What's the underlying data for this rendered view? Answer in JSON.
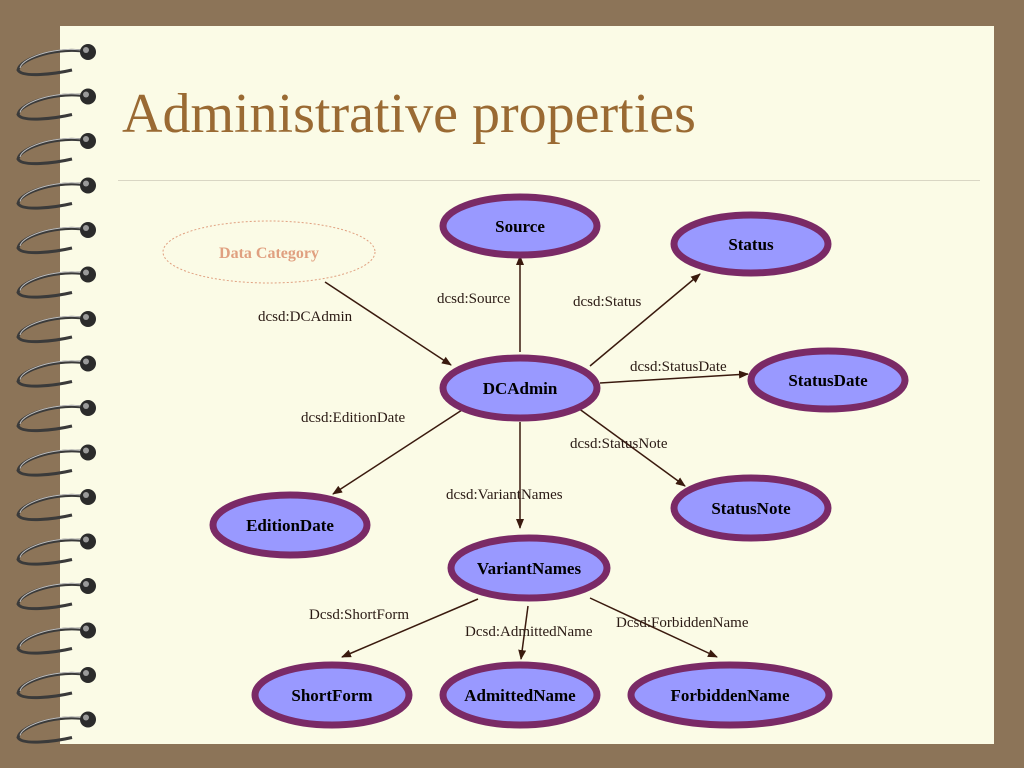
{
  "title": "Administrative properties",
  "category": {
    "label": "Data Category"
  },
  "nodes": {
    "source": "Source",
    "status": "Status",
    "dcadmin": "DCAdmin",
    "statusdate": "StatusDate",
    "statusnote": "StatusNote",
    "editiondate": "EditionDate",
    "variantnames": "VariantNames",
    "shortform": "ShortForm",
    "admittedname": "AdmittedName",
    "forbiddenname": "ForbiddenName"
  },
  "edges": {
    "dcadmin": "dcsd:DCAdmin",
    "source": "dcsd:Source",
    "status": "dcsd:Status",
    "statusdate": "dcsd:StatusDate",
    "statusnote": "dcsd:StatusNote",
    "editiondate": "dcsd:EditionDate",
    "variantnames": "dcsd:VariantNames",
    "shortform": "Dcsd:ShortForm",
    "admittedname": "Dcsd:AdmittedName",
    "forbiddenname": "Dcsd:ForbiddenName"
  },
  "colors": {
    "node_fill": "#9999ff",
    "node_border": "#7a2a66",
    "arrow": "#3a1a0e",
    "title": "#9a6a33",
    "category_text": "#e0a080"
  }
}
